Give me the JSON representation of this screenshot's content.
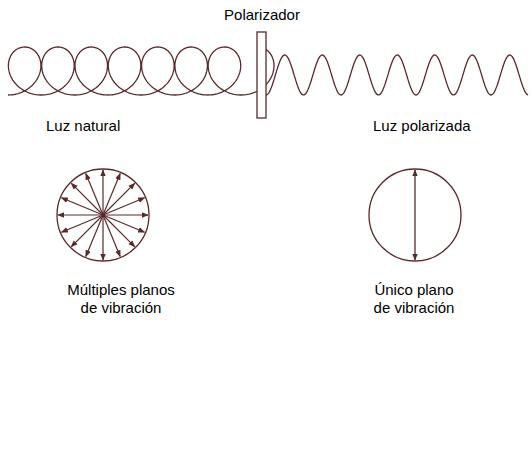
{
  "diagram": {
    "labels": [
      "Polarizador",
      "Luz natural",
      "Luz polarizada",
      "Múltiples planos de vibración",
      "Único plano de vibración"
    ]
  }
}
